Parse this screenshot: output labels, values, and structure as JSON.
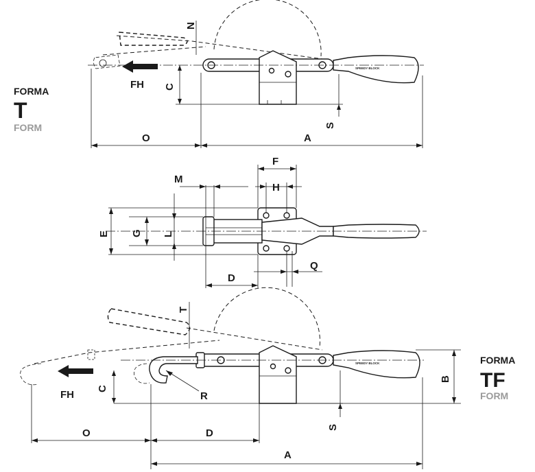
{
  "top_view": {
    "forma_title": "FORMA",
    "forma_code": "T",
    "form_en": "FORM",
    "labels": {
      "N": "N",
      "FH": "FH",
      "C": "C",
      "S": "S",
      "O": "O",
      "A": "A"
    }
  },
  "middle_view": {
    "labels": {
      "F": "F",
      "H": "H",
      "M": "M",
      "E": "E",
      "G": "G",
      "L": "L",
      "D": "D",
      "Q": "Q"
    }
  },
  "bottom_view": {
    "forma_title": "FORMA",
    "forma_code": "TF",
    "form_en": "FORM",
    "labels": {
      "T": "T",
      "FH": "FH",
      "C": "C",
      "R": "R",
      "B": "B",
      "S": "S",
      "O": "O",
      "D": "D",
      "A": "A"
    }
  },
  "handle_text": "SPEEDY BLOCK"
}
